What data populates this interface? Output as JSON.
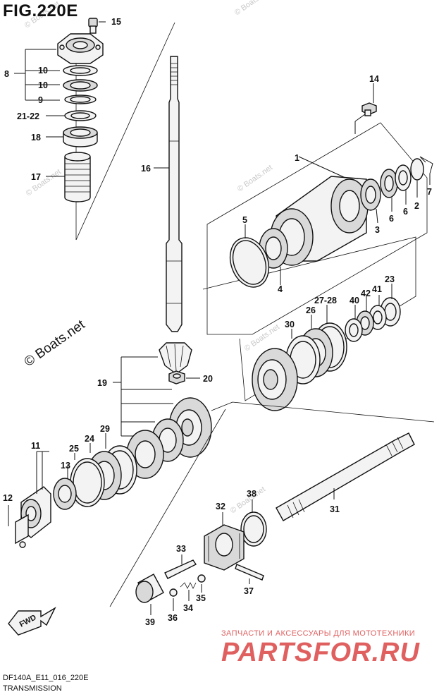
{
  "figure": {
    "title": "FIG.220E",
    "code": "DF140A_E11_016_220E",
    "name": "TRANSMISSION"
  },
  "watermarks": {
    "small": "© Boats.net",
    "large": "© Boats.net"
  },
  "fwd_label": "FWD",
  "brand": {
    "subtitle": "ЗАПЧАСТИ И АКСЕССУАРЫ ДЛЯ МОТОТЕХНИКИ",
    "name": "PARTSFOR.RU"
  },
  "callouts": {
    "c1": "1",
    "c2": "2",
    "c3": "3",
    "c4": "4",
    "c5": "5",
    "c6a": "6",
    "c6b": "6",
    "c7": "7",
    "c8": "8",
    "c9": "9",
    "c10a": "10",
    "c10b": "10",
    "c11": "11",
    "c12": "12",
    "c13": "13",
    "c14": "14",
    "c15": "15",
    "c16": "16",
    "c17": "17",
    "c18": "18",
    "c19": "19",
    "c20": "20",
    "c21": "21-22",
    "c23": "23",
    "c24": "24",
    "c25": "25",
    "c26": "26",
    "c27": "27-28",
    "c29": "29",
    "c30": "30",
    "c31": "31",
    "c32": "32",
    "c33": "33",
    "c34": "34",
    "c35": "35",
    "c36": "36",
    "c37": "37",
    "c38": "38",
    "c39": "39",
    "c40": "40",
    "c41": "41",
    "c42": "42"
  }
}
